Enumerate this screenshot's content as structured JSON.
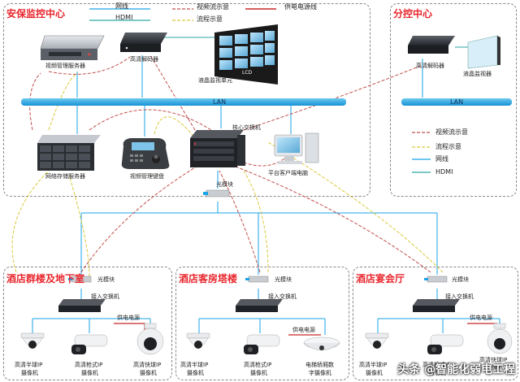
{
  "panels": {
    "security_center": "安保监控中心",
    "sub_control": "分控中心",
    "hotel_basement": "酒店群楼及地下室",
    "hotel_rooms": "酒店客房塔楼",
    "hotel_banquet": "酒店宴会厅"
  },
  "legend_top": {
    "network": "网线",
    "hdmi": "HDMI",
    "video_flow": "视频流示意",
    "process_flow": "流程示意",
    "power_line": "供电电源线"
  },
  "legend_right": {
    "video_flow": "视频流示意",
    "process_flow": "流程示意",
    "network": "网线",
    "hdmi": "HDMI"
  },
  "devices": {
    "video_mgmt_server": "视频管理服务器",
    "hd_decoder": "高清解码器",
    "lcd_wall": "液晶监视单元",
    "lcd_tag": "LCD",
    "core_switch": "核心交换机",
    "storage_server": "网络存储服务器",
    "mgmt_keyboard": "视频管理键盘",
    "client_pc": "平台客户端电脑",
    "optical_module": "光模块",
    "sub_decoder": "高清解码器",
    "sub_monitor": "液晶监视器"
  },
  "lan_label": "LAN",
  "zones": {
    "basement": {
      "optical": "光模块",
      "access_switch": "接入交换机",
      "power": "供电电源",
      "cam1": [
        "高清半球IP",
        "摄像机"
      ],
      "cam2": [
        "高清枪式IP",
        "摄像机"
      ],
      "cam3": [
        "高清快球IP",
        "摄像机"
      ]
    },
    "rooms": {
      "optical": "光模块",
      "access_switch": "接入交换机",
      "power": "供电电源",
      "cam1": [
        "高清半球IP",
        "摄像机"
      ],
      "cam2": [
        "高清枪式IP",
        "摄像机"
      ],
      "cam3": [
        "电梯轿厢数",
        "字摄像机"
      ]
    },
    "banquet": {
      "optical": "光模块",
      "access_switch": "接入交换机",
      "power": "供电电源",
      "cam1": [
        "高清半球IP",
        "摄像机"
      ],
      "cam2": [
        "高清枪式IP",
        "摄像机"
      ],
      "cam3": [
        "高清快球IP",
        "摄像机"
      ]
    }
  },
  "watermark": "头条 @智能化弱电工程",
  "colors": {
    "title_red": "#e8262d",
    "network_line": "#1aa3e8",
    "hdmi_line": "#2ea6a6",
    "video_flow": "#c0504d",
    "process_flow": "#d9c93a",
    "power_line": "#c62828",
    "lan_bar": "#29a6e6"
  }
}
